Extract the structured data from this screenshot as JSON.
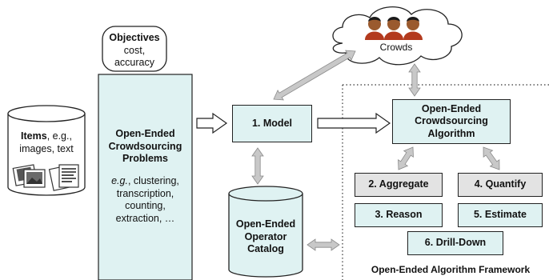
{
  "objectives": {
    "title": "Objectives",
    "line1": "cost,",
    "line2": "accuracy"
  },
  "items": {
    "title": "Items",
    "rest1": ", e.g.,",
    "line2": "images, text"
  },
  "problems": {
    "title_lines": [
      "Open-Ended",
      "Crowdsourcing",
      "Problems"
    ],
    "example_prefix": "e.g.",
    "example_lines": [
      ", clustering,",
      "transcription,",
      "counting,",
      "extraction, …"
    ]
  },
  "model": {
    "label": "1. Model"
  },
  "crowds": {
    "label": "Crowds"
  },
  "algorithm": {
    "label_lines": [
      "Open-Ended",
      "Crowdsourcing",
      "Algorithm"
    ]
  },
  "operators": {
    "aggregate": "2. Aggregate",
    "quantify": "4. Quantify",
    "reason": "3. Reason",
    "estimate": "5. Estimate",
    "drilldown": "6. Drill-Down"
  },
  "catalog": {
    "label_lines": [
      "Open-Ended",
      "Operator",
      "Catalog"
    ]
  },
  "framework": {
    "label": "Open-Ended Algorithm Framework"
  },
  "colors": {
    "teal_fill": "#dff2f2",
    "gray_fill": "#e3e3e3",
    "arrow_fill": "#c8c8c8"
  }
}
